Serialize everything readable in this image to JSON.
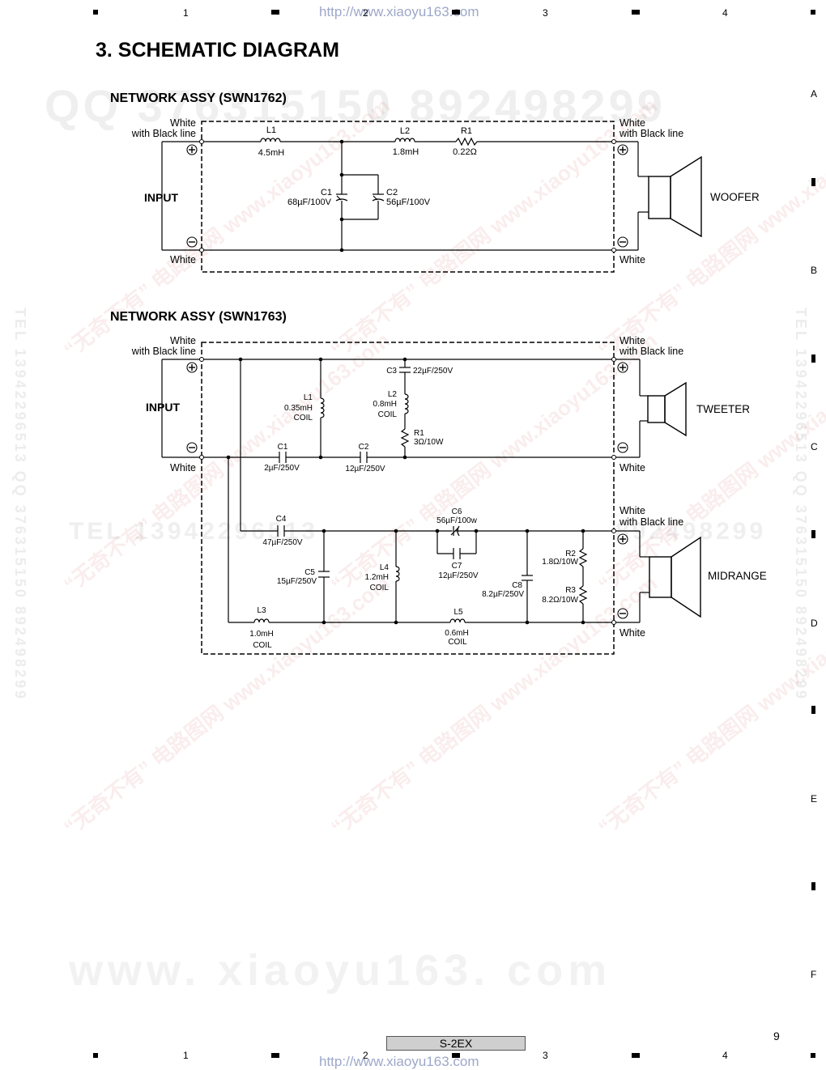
{
  "header": {
    "url": "http://www.xiaoyu163.com",
    "cols": [
      "1",
      "2",
      "3",
      "4"
    ],
    "rows": [
      "A",
      "B",
      "C",
      "D",
      "E",
      "F"
    ]
  },
  "title": "3. SCHEMATIC DIAGRAM",
  "woofer": {
    "heading": "NETWORK ASSY (SWN1762)",
    "wire_top_left": [
      "White",
      "with Black line"
    ],
    "wire_top_right": [
      "White",
      "with Black line"
    ],
    "wire_bottom": "White",
    "input": "INPUT",
    "speaker": "WOOFER",
    "L1": {
      "ref": "L1",
      "value": "4.5mH"
    },
    "L2": {
      "ref": "L2",
      "value": "1.8mH"
    },
    "R1": {
      "ref": "R1",
      "value": "0.22Ω"
    },
    "C1": {
      "ref": "C1",
      "value": "68µF/100V"
    },
    "C2": {
      "ref": "C2",
      "value": "56µF/100V"
    }
  },
  "tweeter": {
    "heading": "NETWORK ASSY (SWN1763)",
    "wire_top_left": [
      "White",
      "with Black line"
    ],
    "wire_top_right": [
      "White",
      "with Black line"
    ],
    "wire_bottom": "White",
    "input": "INPUT",
    "speaker": "TWEETER",
    "L1": {
      "ref": "L1",
      "value": "0.35mH",
      "type": "COIL"
    },
    "C3": {
      "ref": "C3",
      "value": "22µF/250V"
    },
    "L2": {
      "ref": "L2",
      "value": "0.8mH",
      "type": "COIL"
    },
    "R1": {
      "ref": "R1",
      "value": "3Ω/10W"
    },
    "C1": {
      "ref": "C1",
      "value": "2µF/250V"
    },
    "C2": {
      "ref": "C2",
      "value": "12µF/250V"
    }
  },
  "midrange": {
    "wire_top": [
      "White",
      "with Black line"
    ],
    "wire_bottom": "White",
    "speaker": "MIDRANGE",
    "C4": {
      "ref": "C4",
      "value": "47µF/250V"
    },
    "C6": {
      "ref": "C6",
      "value": "56µF/100w"
    },
    "C7": {
      "ref": "C7",
      "value": "12µF/250V"
    },
    "C5": {
      "ref": "C5",
      "value": "15µF/250V"
    },
    "L4": {
      "ref": "L4",
      "value": "1.2mH",
      "type": "COIL"
    },
    "C8": {
      "ref": "C8",
      "value": "8.2µF/250V"
    },
    "R2": {
      "ref": "R2",
      "value": "1.8Ω/10W"
    },
    "R3": {
      "ref": "R3",
      "value": "8.2Ω/10W"
    },
    "L3": {
      "ref": "L3",
      "value": "1.0mH",
      "type": "COIL"
    },
    "L5": {
      "ref": "L5",
      "value": "0.6mH",
      "type": "COIL"
    }
  },
  "watermarks": {
    "qq": "QQ 376315150   892498299",
    "tel": "TEL 13942296513",
    "qq2": "892498299",
    "site": "www. xiaoyu163. com",
    "red": "“无奇不有” 电路图网 www.xiaoyu163.com",
    "vertical": "TEL 13942296513  QQ 376315150  892498299"
  },
  "footer": {
    "model": "S-2EX",
    "page": "9"
  }
}
